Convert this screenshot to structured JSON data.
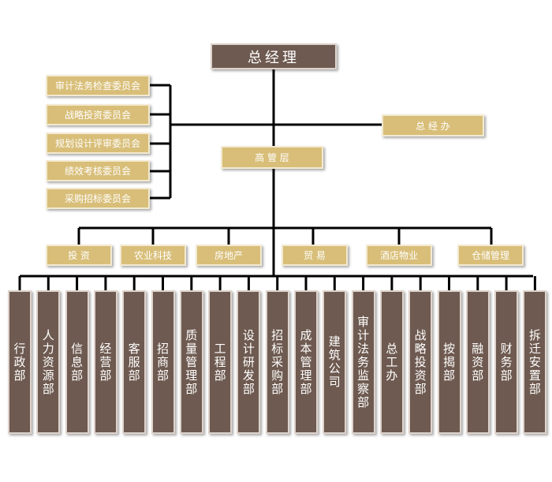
{
  "top": "总经理",
  "committees": [
    "审计法务检查委员会",
    "战略投资委员会",
    "规划设计评审委员会",
    "绩效考核委员会",
    "采购招标委员会"
  ],
  "office": "总 经 办",
  "senior": "高 管 层",
  "business": [
    "投 资",
    "农业科技",
    "房地产",
    "贸 易",
    "酒店物业",
    "仓储管理"
  ],
  "departments": [
    "行政部",
    "人力资源部",
    "信息部",
    "经营部",
    "客服部",
    "招商部",
    "质量管理部",
    "工程部",
    "设计研发部",
    "招标采购部",
    "成本管理部",
    "建筑公司",
    "审计法务监察部",
    "总工办",
    "战略投资部",
    "按揭部",
    "融资部",
    "财务部",
    "拆迁安置部"
  ],
  "colors": {
    "gold": "#d8be78",
    "brown": "#6e5a50",
    "line": "#000000"
  }
}
